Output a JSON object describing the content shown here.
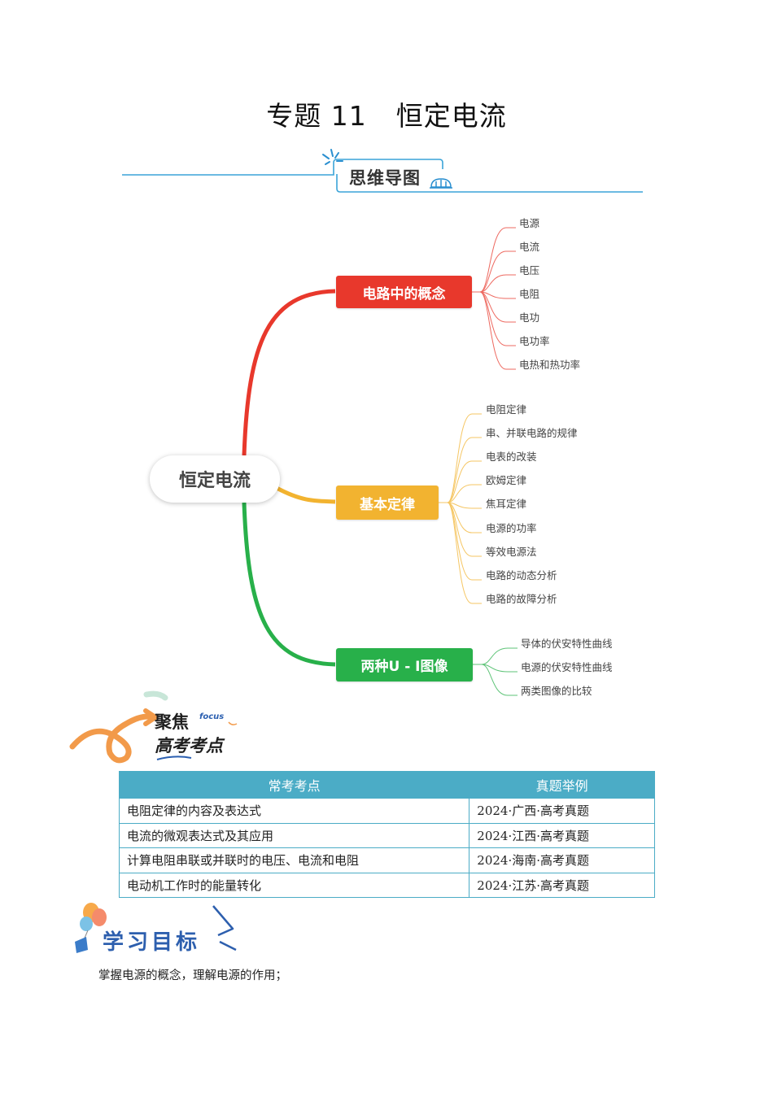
{
  "document": {
    "title_part1": "专题 11",
    "title_part2": "恒定电流"
  },
  "mindmap": {
    "header": "思维导图",
    "root": "恒定电流",
    "branches": [
      {
        "label": "电路中的概念",
        "color": "#e8382c",
        "line_color": "#e8382c",
        "children": [
          "电源",
          "电流",
          "电压",
          "电阻",
          "电功",
          "电功率",
          "电热和热功率"
        ]
      },
      {
        "label": "基本定律",
        "color": "#f2b330",
        "line_color": "#f2b330",
        "children": [
          "电阻定律",
          "串、并联电路的规律",
          "电表的改装",
          "欧姆定律",
          "焦耳定律",
          "电源的功率",
          "等效电源法",
          "电路的动态分析",
          "电路的故障分析"
        ]
      },
      {
        "label": "两种U - I图像",
        "color": "#28b04a",
        "line_color": "#28b04a",
        "children": [
          "导体的伏安特性曲线",
          "电源的伏安特性曲线",
          "两类图像的比较"
        ]
      }
    ]
  },
  "focus": {
    "line1": "聚焦",
    "small": "focus",
    "line2": "高考考点"
  },
  "exam_table": {
    "headers": [
      "常考考点",
      "真题举例"
    ],
    "rows": [
      [
        "电阻定律的内容及表达式",
        "2024·广西·高考真题"
      ],
      [
        "电流的微观表达式及其应用",
        "2024·江西·高考真题"
      ],
      [
        "计算电阻串联或并联时的电压、电流和电阻",
        "2024·海南·高考真题"
      ],
      [
        "电动机工作时的能量转化",
        "2024·江苏·高考真题"
      ]
    ]
  },
  "goals": {
    "header": "学习目标",
    "text": "掌握电源的概念，理解电源的作用；"
  },
  "colors": {
    "accent_blue": "#4bacc6",
    "header_line": "#3aa4d8"
  }
}
